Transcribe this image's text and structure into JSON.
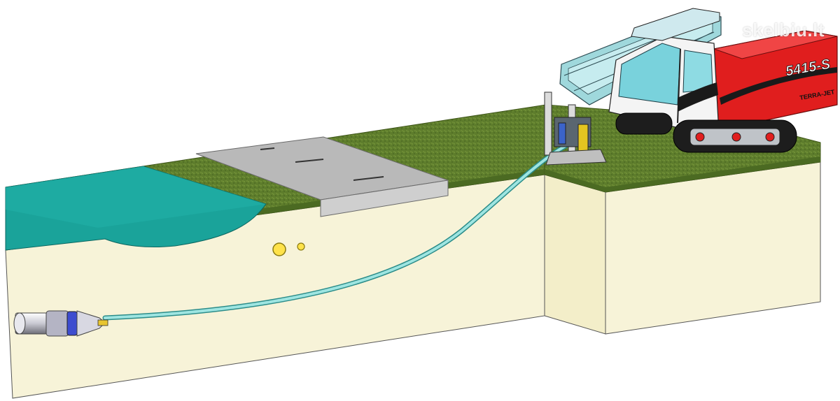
{
  "machine": {
    "model_label": "5415-S",
    "brand_label": "TERRA-JET"
  },
  "watermark": "skelbiu.lt",
  "colors": {
    "grass": "#5a7a2a",
    "soil_top": "#f7f3d8",
    "soil_side": "#e6dcae",
    "water": "#1aa39a",
    "road": "#b9b9b9",
    "pipe": "#7fd6d2",
    "machine_body": "#e01e1e",
    "cab_glass": "#79d2dc",
    "track": "#1d1d1d"
  }
}
